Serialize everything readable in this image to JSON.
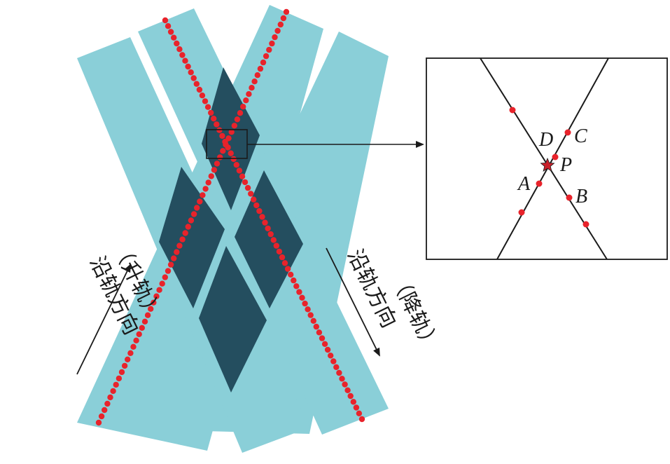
{
  "colors": {
    "swath": "#8ACFD8",
    "overlap": "#244E5F",
    "points": "#E8232B",
    "line": "#1a1a1a",
    "star": "#C8202A"
  },
  "inset": {
    "labels": {
      "a": "A",
      "b": "B",
      "c": "C",
      "d": "D",
      "p": "P"
    }
  },
  "ascending": {
    "text": "沿轨方向",
    "paren": "（升轨）"
  },
  "descending": {
    "text": "沿轨方向",
    "paren": "（降轨）"
  }
}
